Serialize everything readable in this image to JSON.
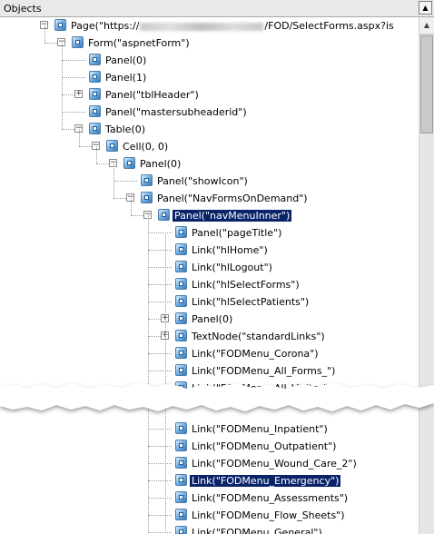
{
  "panel": {
    "title": "Objects",
    "collapse_icon": "chevron-up-icon",
    "collapse_glyph": "▲",
    "scroll_up_glyph": "▲"
  },
  "tree": {
    "page_url_prefix": "Page(\"https://",
    "page_url_suffix": "/FOD/SelectForms.aspx?is",
    "nodes": [
      {
        "label": "Form(\"aspnetForm\")",
        "expander": "−"
      },
      {
        "label": "Panel(0)"
      },
      {
        "label": "Panel(1)"
      },
      {
        "label": "Panel(\"tblHeader\")",
        "expander": "+"
      },
      {
        "label": "Panel(\"mastersubheaderid\")"
      },
      {
        "label": "Table(0)",
        "expander": "−"
      },
      {
        "label": "Cell(0, 0)",
        "expander": "−"
      },
      {
        "label": "Panel(0)",
        "expander": "−"
      },
      {
        "label": "Panel(\"showIcon\")"
      },
      {
        "label": "Panel(\"NavFormsOnDemand\")",
        "expander": "−"
      },
      {
        "label": "Panel(\"navMenuInner\")",
        "expander": "−",
        "selected": true
      },
      {
        "label": "Panel(\"pageTitle\")"
      },
      {
        "label": "Link(\"hlHome\")"
      },
      {
        "label": "Link(\"hlLogout\")"
      },
      {
        "label": "Link(\"hlSelectForms\")"
      },
      {
        "label": "Link(\"hlSelectPatients\")"
      },
      {
        "label": "Panel(0)",
        "expander": "+"
      },
      {
        "label": "TextNode(\"standardLinks\")",
        "expander": "+"
      },
      {
        "label": "Link(\"FODMenu_Corona\")"
      },
      {
        "label": "Link(\"FODMenu_All_Forms_\")"
      },
      {
        "label": "Link(\"FODMenu_All_Visits_\")"
      },
      {
        "label": "Link(\"FODMenu_Inpatient\")"
      },
      {
        "label": "Link(\"FODMenu_Outpatient\")"
      },
      {
        "label": "Link(\"FODMenu_Wound_Care_2\")"
      },
      {
        "label": "Link(\"FODMenu_Emergency\")",
        "selected": true
      },
      {
        "label": "Link(\"FODMenu_Assessments\")"
      },
      {
        "label": "Link(\"FODMenu_Flow_Sheets\")"
      },
      {
        "label": "Link(\"FODMenu_General\")"
      }
    ]
  },
  "colors": {
    "selection": "#0a246a",
    "header_bg": "#e9e9e9"
  }
}
